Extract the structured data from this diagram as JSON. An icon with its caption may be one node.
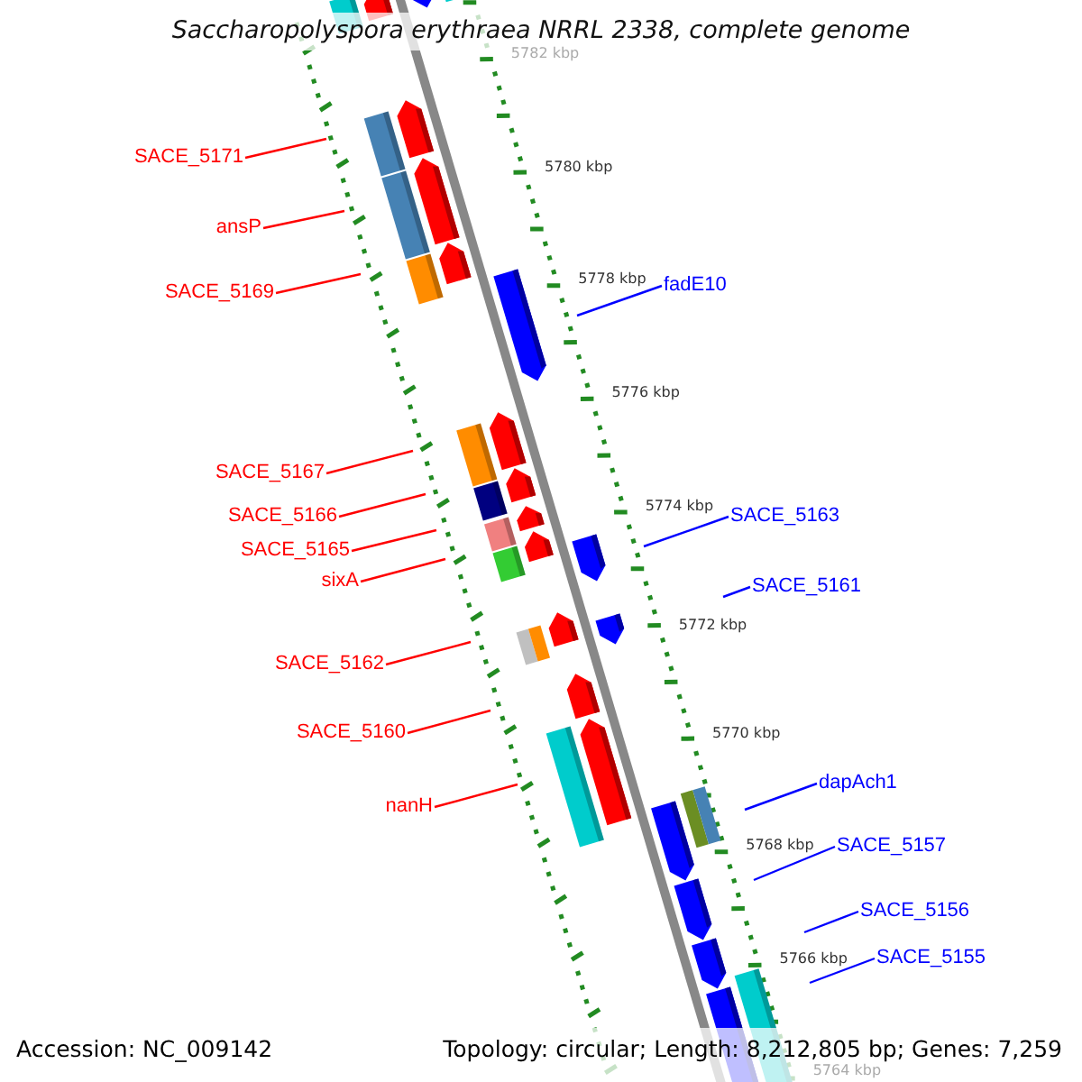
{
  "diagram": {
    "title": "Saccharopolyspora erythraea NRRL 2338, complete genome",
    "nodes": [
      {
        "text": [
          "SACE_5171"
        ]
      },
      {
        "text": [
          "ansP"
        ]
      },
      {
        "text": [
          "fadE10"
        ]
      },
      {
        "text": [
          "SACE_5169"
        ]
      },
      {
        "text": [
          "SACE_5167"
        ]
      },
      {
        "text": [
          "SACE_5166"
        ]
      },
      {
        "text": [
          "SACE_5163"
        ]
      },
      {
        "text": [
          "SACE_5165"
        ]
      },
      {
        "text": [
          "sixA"
        ]
      },
      {
        "text": [
          "SACE_5161"
        ]
      },
      {
        "text": [
          "SACE_5162"
        ]
      },
      {
        "text": [
          "SACE_5160"
        ]
      },
      {
        "text": [
          "dapAch1"
        ]
      },
      {
        "text": [
          "nanH"
        ]
      },
      {
        "text": [
          "SACE_5157"
        ]
      },
      {
        "text": [
          "SACE_5156"
        ]
      },
      {
        "text": [
          "SACE_5155"
        ]
      }
    ],
    "edges": [
      {
        "from": 0,
        "to": null,
        "arrow": "none"
      },
      {
        "from": 1,
        "to": null,
        "arrow": "none"
      },
      {
        "from": 2,
        "to": null,
        "arrow": "none",
        "color": "#0000ff"
      },
      {
        "from": 3,
        "to": null,
        "arrow": "none"
      },
      {
        "from": 4,
        "to": null,
        "arrow": "none"
      },
      {
        "from": 5,
        "to": null,
        "arrow": "none"
      },
      {
        "from": 6,
        "to": null,
        "arrow": "none",
        "color": "#0000ff"
      },
      {
        "from": 7,
        "to": null,
        "arrow": "none"
      },
      {
        "from": 8,
        "to": null,
        "arrow": "none"
      },
      {
        "from": 9,
        "to": null,
        "arrow": "none",
        "color": "#0000ff"
      },
      {
        "from": 10,
        "to": null,
        "arrow": "none"
      },
      {
        "from": 11,
        "to": null,
        "arrow": "none"
      },
      {
        "from": 12,
        "to": null,
        "arrow": "none",
        "color": "#0000ff"
      },
      {
        "from": 13,
        "to": null,
        "arrow": "none"
      },
      {
        "from": 14,
        "to": null,
        "arrow": "none",
        "color": "#0000ff"
      },
      {
        "from": 15,
        "to": null,
        "arrow": "none",
        "color": "#0000ff"
      },
      {
        "from": 16,
        "to": null,
        "arrow": "none",
        "color": "#0000ff"
      }
    ],
    "labels": [
      "5782 kbp",
      "5780 kbp",
      "5778 kbp",
      "5776 kbp",
      "5774 kbp",
      "5772 kbp",
      "5770 kbp",
      "5768 kbp",
      "5766 kbp",
      "5764 kbp",
      "Accession: NC_009142",
      "Topology: circular; Length: 8,212,805 bp; Genes: 7,259"
    ]
  }
}
